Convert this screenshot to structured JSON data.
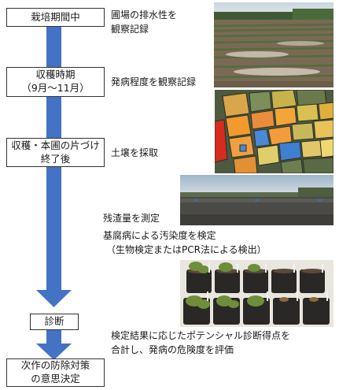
{
  "stages": {
    "cultivation": {
      "label": "栽培期間中"
    },
    "harvest": {
      "line1": "収穫時期",
      "line2": "（9月～11月）"
    },
    "cleanup": {
      "line1": "収穫・本圃の片づけ",
      "line2": "終了後"
    },
    "diagnosis": {
      "label": "診断"
    },
    "decision": {
      "line1": "次作の防除対策",
      "line2": "の意思決定"
    }
  },
  "descriptions": {
    "drainage": {
      "line1": "圃場の排水性を",
      "line2": "観察記録"
    },
    "disease_level": "発病程度を観察記録",
    "soil_sampling": "土壌を採取",
    "residue": "残渣量を測定",
    "contamination": {
      "line1": "基腐病による汚染度を検定",
      "line2": "（生物検定またはPCR法による検出）"
    },
    "evaluation": {
      "line1": "検定結果に応じたポテンシャル診断得点を",
      "line2": "合計し、発病の危険度を評価"
    }
  },
  "colors": {
    "arrow": "#4472c4",
    "box_border": "#333333"
  }
}
